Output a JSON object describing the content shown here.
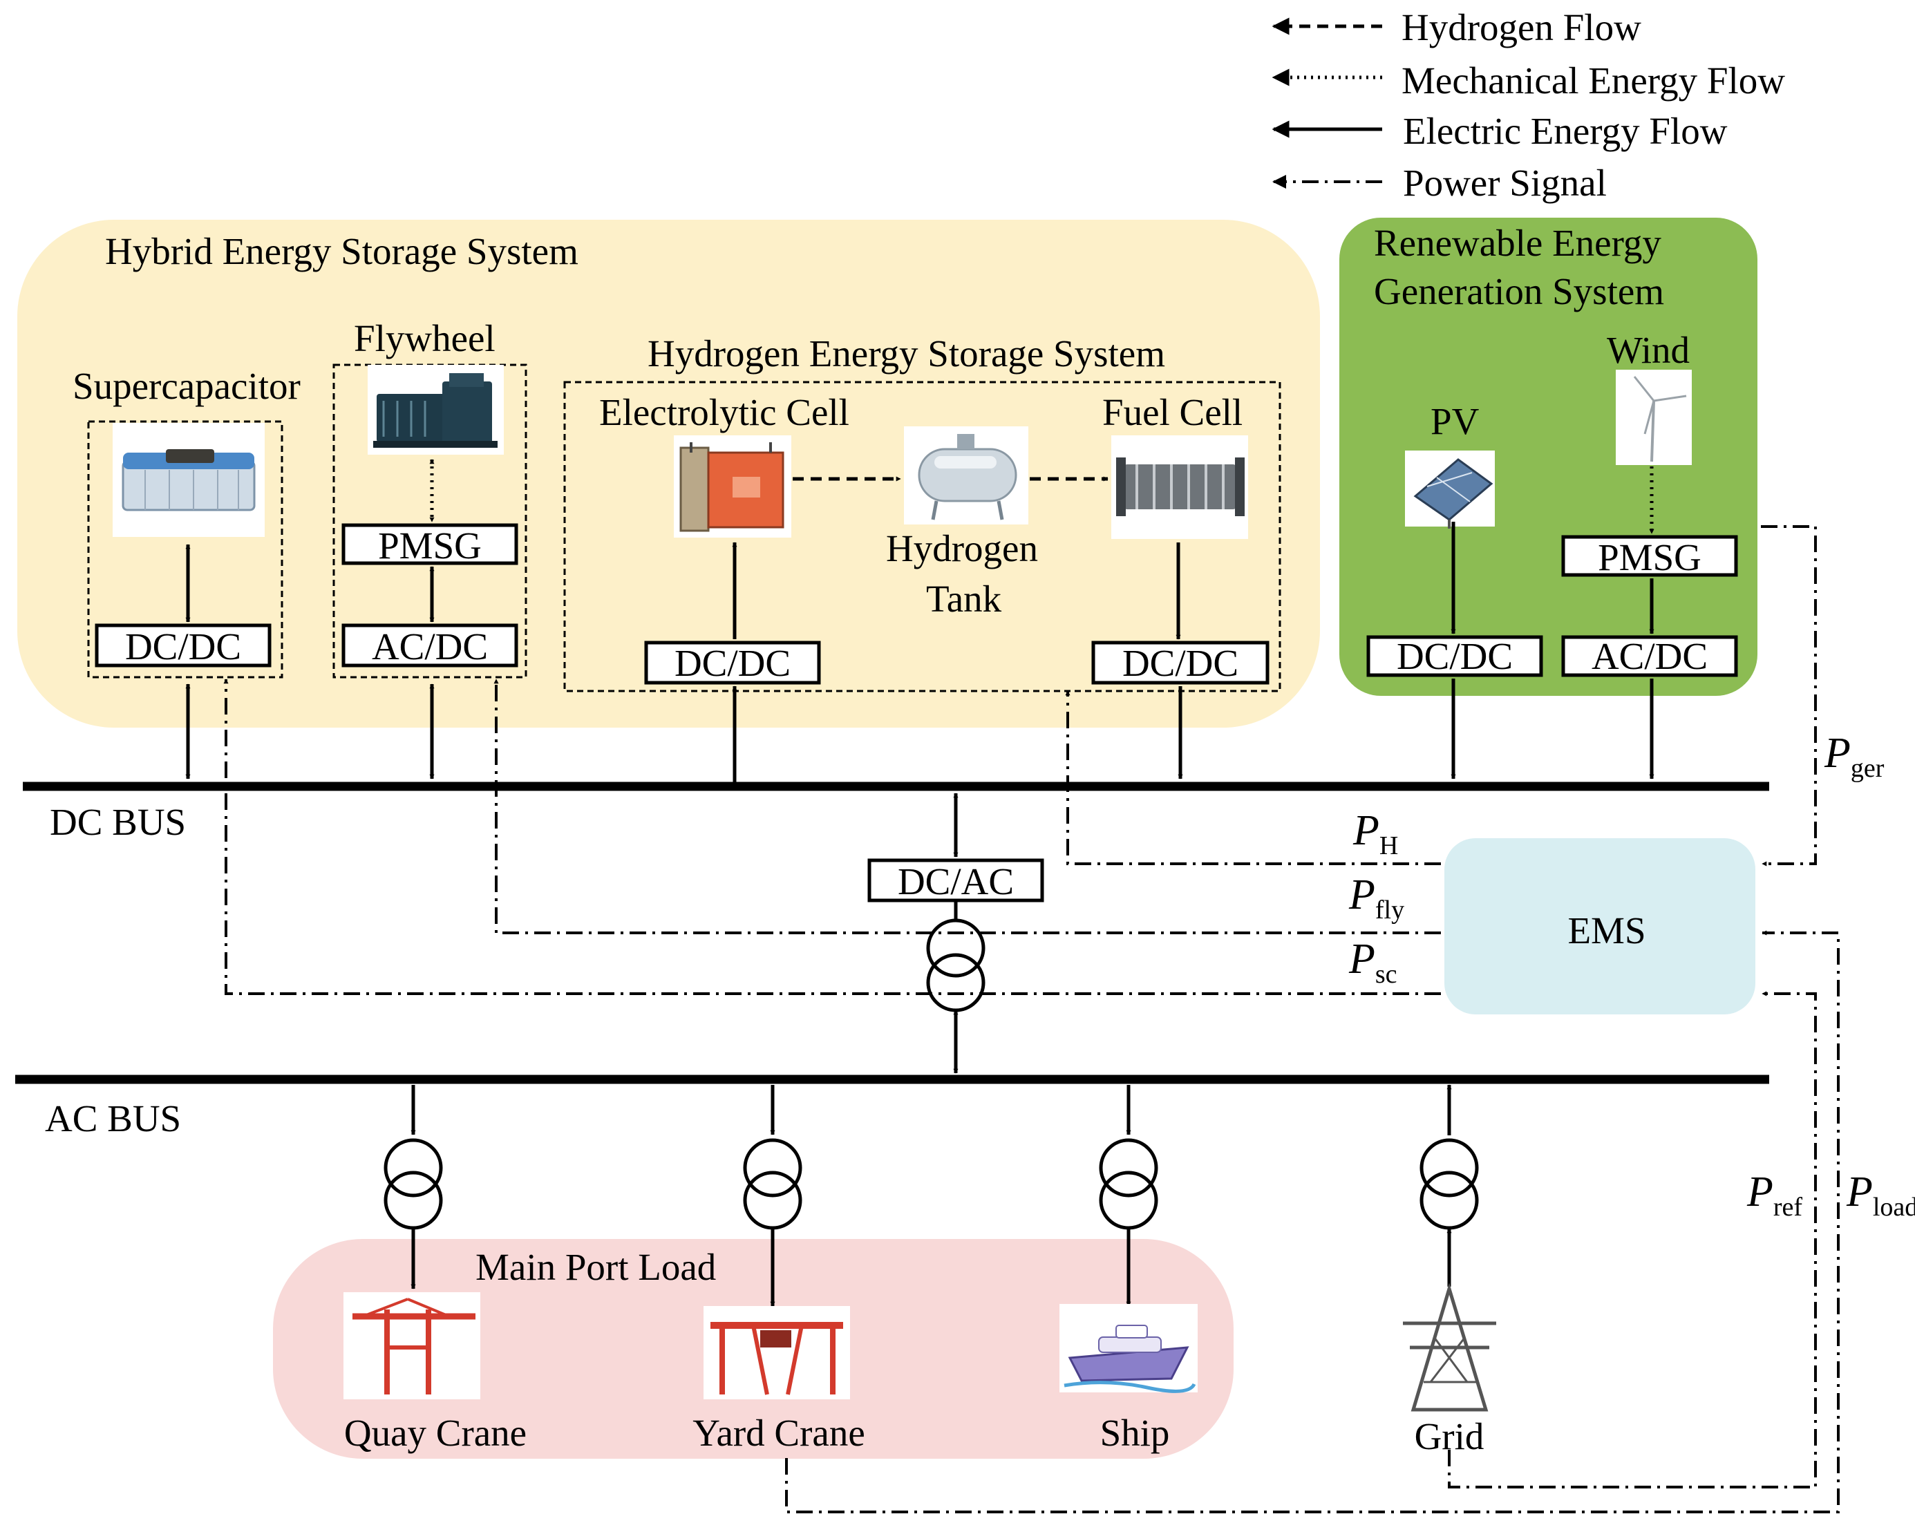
{
  "legend": {
    "hydrogen_flow": "Hydrogen Flow",
    "mechanical_flow": "Mechanical Energy Flow",
    "electric_flow": "Electric Energy Flow",
    "power_signal": "Power Signal"
  },
  "colors": {
    "hess_region": "#fdf0c9",
    "renewable_region": "#8cbc53",
    "ems_box": "#d8eef2",
    "load_region": "#f8d9d8",
    "line": "#000000"
  },
  "hess": {
    "title": "Hybrid Energy Storage System",
    "supercapacitor": {
      "label": "Supercapacitor",
      "converter": "DC/DC",
      "icon": "supercapacitor-icon"
    },
    "flywheel": {
      "label": "Flywheel",
      "generator": "PMSG",
      "converter": "AC/DC",
      "icon": "flywheel-icon"
    },
    "hydrogen": {
      "title": "Hydrogen Energy Storage  System",
      "electrolytic_cell": {
        "label": "Electrolytic Cell",
        "converter": "DC/DC",
        "icon": "electrolyzer-icon"
      },
      "tank": {
        "label_line1": "Hydrogen",
        "label_line2": "Tank",
        "icon": "hydrogen-tank-icon"
      },
      "fuel_cell": {
        "label": "Fuel Cell",
        "converter": "DC/DC",
        "icon": "fuel-cell-icon"
      }
    }
  },
  "renewable": {
    "title_line1": "Renewable Energy",
    "title_line2": "Generation System",
    "pv": {
      "label": "PV",
      "converter": "DC/DC",
      "icon": "solar-panel-icon"
    },
    "wind": {
      "label": "Wind",
      "generator": "PMSG",
      "converter": "AC/DC",
      "icon": "wind-turbine-icon"
    }
  },
  "buses": {
    "dc": "DC BUS",
    "ac": "AC BUS"
  },
  "inverter": "DC/AC",
  "ems": "EMS",
  "signals": {
    "ger": {
      "main": "P",
      "sub": "ger"
    },
    "h": {
      "main": "P",
      "sub": "H"
    },
    "fly": {
      "main": "P",
      "sub": "fly"
    },
    "sc": {
      "main": "P",
      "sub": "sc"
    },
    "ref": {
      "main": "P",
      "sub": "ref"
    },
    "load": {
      "main": "P",
      "sub": "load"
    }
  },
  "loads": {
    "title": "Main Port Load",
    "quay_crane": {
      "label": "Quay Crane",
      "icon": "quay-crane-icon"
    },
    "yard_crane": {
      "label": "Yard Crane",
      "icon": "yard-crane-icon"
    },
    "ship": {
      "label": "Ship",
      "icon": "ship-icon"
    }
  },
  "grid": {
    "label": "Grid",
    "icon": "transmission-tower-icon"
  }
}
